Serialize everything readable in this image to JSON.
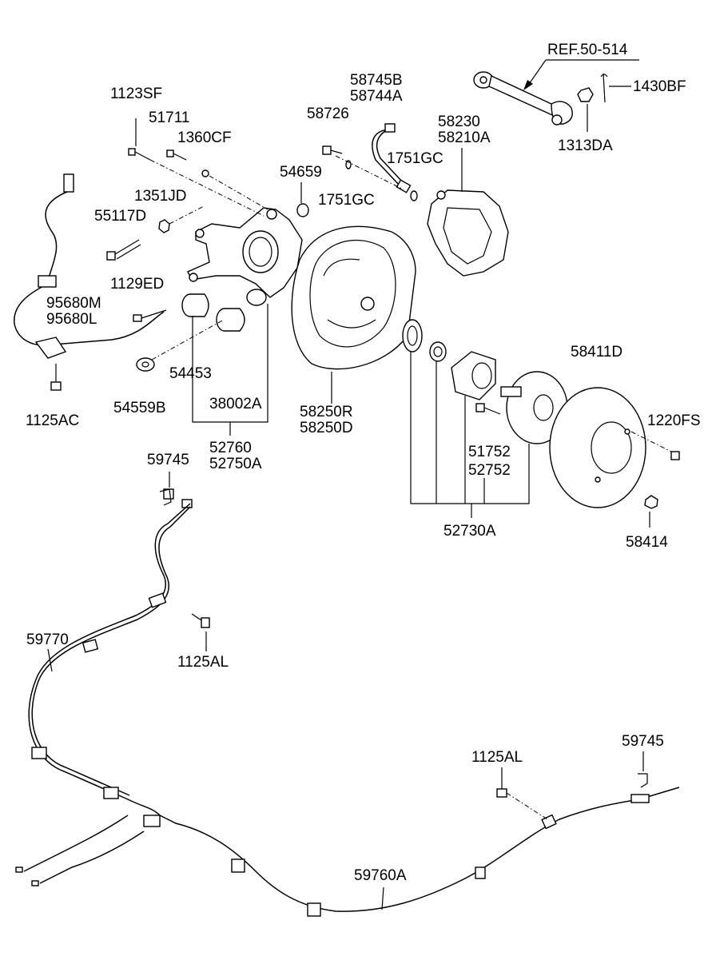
{
  "labels": {
    "ref": "REF.50-514",
    "p1430BF": "1430BF",
    "p1313DA": "1313DA",
    "p58745B": "58745B",
    "p58744A": "58744A",
    "p58726": "58726",
    "p58230": "58230",
    "p58210A": "58210A",
    "p1751GC_a": "1751GC",
    "p1751GC_b": "1751GC",
    "p1123SF": "1123SF",
    "p51711": "51711",
    "p1360CF": "1360CF",
    "p54659": "54659",
    "p1351JD": "1351JD",
    "p55117D": "55117D",
    "p1129ED": "1129ED",
    "p95680M": "95680M",
    "p95680L": "95680L",
    "p1125AC": "1125AC",
    "p54453": "54453",
    "p54559B": "54559B",
    "p38002A": "38002A",
    "p52760": "52760",
    "p52750A": "52750A",
    "p58250R": "58250R",
    "p58250D": "58250D",
    "p58411D": "58411D",
    "p1220FS": "1220FS",
    "p51752": "51752",
    "p52752": "52752",
    "p52730A": "52730A",
    "p58414": "58414",
    "p59745_a": "59745",
    "p59770": "59770",
    "p1125AL_a": "1125AL",
    "p1125AL_b": "1125AL",
    "p59745_b": "59745",
    "p59760A": "59760A"
  },
  "colors": {
    "line": "#000000",
    "background": "#ffffff"
  }
}
